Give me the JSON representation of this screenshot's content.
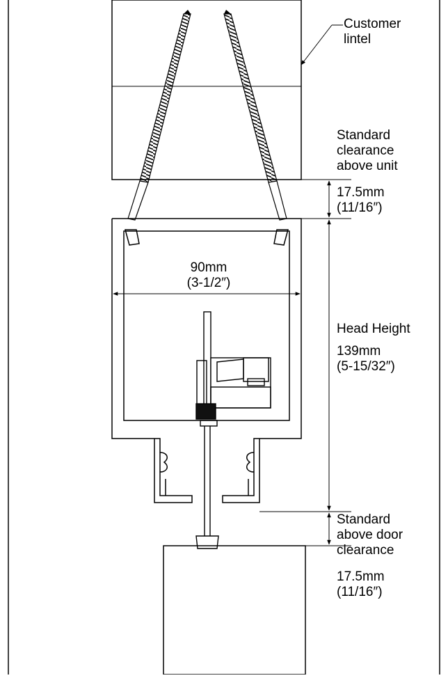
{
  "labels": {
    "lintel": [
      "Customer",
      "lintel"
    ],
    "clearance_top_heading": [
      "Standard",
      "clearance",
      "above unit"
    ],
    "clearance_top_value": [
      "17.5mm",
      "(11/16″)"
    ],
    "width_value": [
      "90mm",
      "(3-1/2″)"
    ],
    "head_heading": "Head Height",
    "head_value": [
      "139mm",
      "(5-15/32″)"
    ],
    "clearance_bottom_heading": [
      "Standard",
      "above door",
      "clearance"
    ],
    "clearance_bottom_value": [
      "17.5mm",
      "(11/16″)"
    ]
  },
  "colors": {
    "line": "#000000",
    "background": "#ffffff",
    "block": "#000000"
  }
}
